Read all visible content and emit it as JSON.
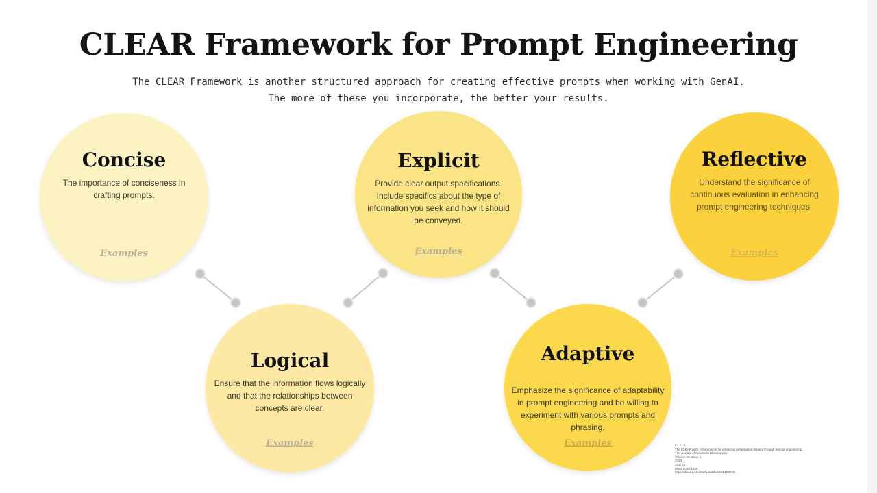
{
  "title": "CLEAR Framework for Prompt Engineering",
  "subtitle": {
    "line1": "The CLEAR Framework is another structured approach for creating effective prompts when working with GenAI.",
    "line2": "The more of these you incorporate, the better your results."
  },
  "colors": {
    "concise": "#fdf3c2",
    "explicit": "#fbe486",
    "reflective": "#fbd23d",
    "logical": "#fde9a3",
    "adaptive": "#fcd94c",
    "connector": "#c4c4c4"
  },
  "nodes": {
    "concise": {
      "title": "Concise",
      "description": "The importance of conciseness in crafting prompts.",
      "link": "Examples"
    },
    "logical": {
      "title": "Logical",
      "description": "Ensure that the information flows logically and that the relationships between concepts are clear.",
      "link": "Examples"
    },
    "explicit": {
      "title": "Explicit",
      "description": "Provide clear output specifications. Include specifics about the type of information you seek and how it should be conveyed.",
      "link": "Examples"
    },
    "adaptive": {
      "title": "Adaptive",
      "description": "Emphasize the significance of adaptability in prompt engineering and be willing to experiment with various prompts and phrasing.",
      "link": "Examples"
    },
    "reflective": {
      "title": "Reflective",
      "description": "Understand the significance of continuous evaluation in enhancing prompt engineering techniques.",
      "link": "Examples"
    }
  },
  "citation": {
    "lines": [
      "Lo, L. S.",
      "The CLEAR path: A framework for enhancing information literacy through prompt engineering.",
      "The Journal of Academic Librarianship,",
      "Volume 49, Issue 4,",
      "2023,",
      "102720,",
      "ISSN 0099-1333,",
      "https://doi.org/10.1016/j.acalib.2023.102720."
    ]
  }
}
